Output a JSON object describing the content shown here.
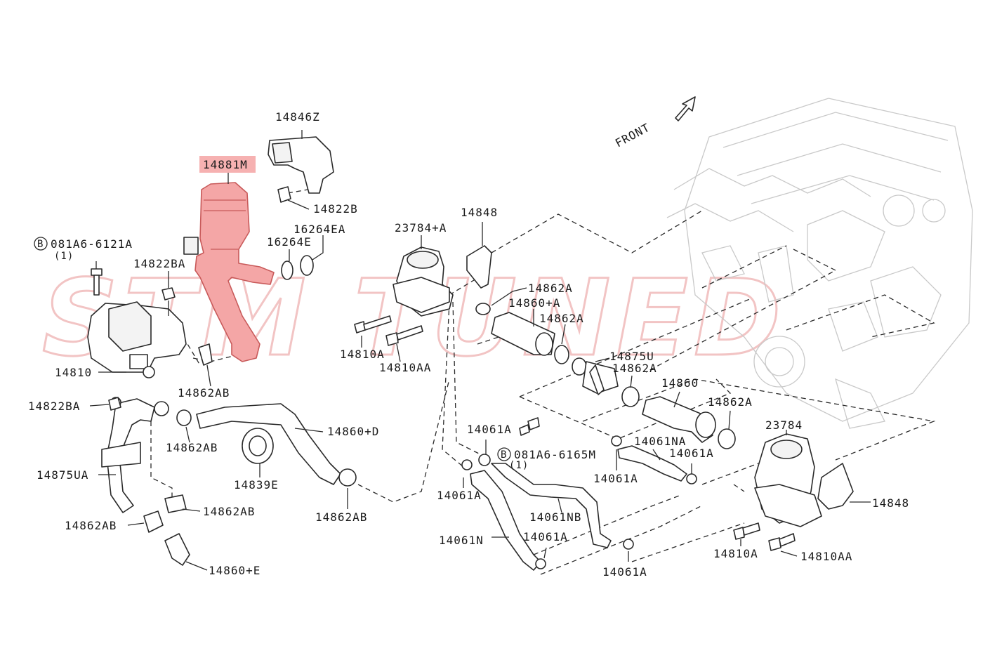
{
  "diagram": {
    "watermark": "STM TUNED",
    "front_label": "FRONT",
    "highlighted_part": "14881M",
    "colors": {
      "highlight": "#f4a6a6",
      "line": "#2a2a2a",
      "engine_outline": "#c9c9c9",
      "watermark": "#f2c4c4"
    },
    "labels": {
      "p14846Z": "14846Z",
      "p14881M": "14881M",
      "p14822B": "14822B",
      "p16264EA": "16264EA",
      "p16264E": "16264E",
      "p081A6_6121A": "081A6-6121A",
      "p081A6_6121A_qty": "(1)",
      "p081A6_6121A_circle": "B",
      "p14822BA_top": "14822BA",
      "p14810": "14810",
      "p14862AB_mid": "14862AB",
      "p23784A": "23784+A",
      "p14848_top": "14848",
      "p14810A_top": "14810A",
      "p14810AA_top": "14810AA",
      "p14862A_1": "14862A",
      "p14860A": "14860+A",
      "p14862A_2": "14862A",
      "p14875U": "14875U",
      "p14862A_3": "14862A",
      "p14860": "14860",
      "p14862A_4": "14862A",
      "p23784": "23784",
      "p14848_right": "14848",
      "p14810A_right": "14810A",
      "p14810AA_right": "14810AA",
      "p14822BA_left": "14822BA",
      "p14862AB_a": "14862AB",
      "p14860D": "14860+D",
      "p14875UA": "14875UA",
      "p14839E": "14839E",
      "p14862AB_b": "14862AB",
      "p14862AB_c": "14862AB",
      "p14862AB_d": "14862AB",
      "p14860E": "14860+E",
      "p14061A_1": "14061A",
      "p081A6_6165M": "081A6-6165M",
      "p081A6_6165M_qty": "(1)",
      "p081A6_6165M_circle": "B",
      "p14061NA": "14061NA",
      "p14061A_2": "14061A",
      "p14061A_3": "14061A",
      "p14061A_4": "14061A",
      "p14061NB": "14061NB",
      "p14061N": "14061N",
      "p14061A_5": "14061A",
      "p14061A_6": "14061A"
    }
  }
}
